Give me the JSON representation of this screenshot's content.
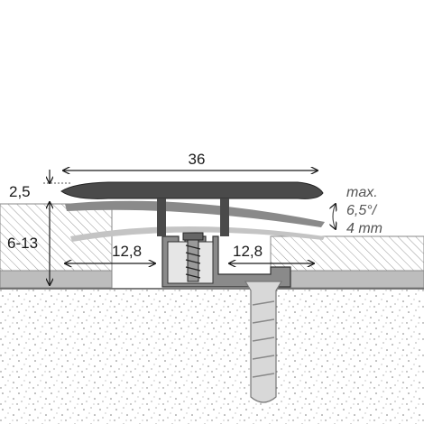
{
  "labels": {
    "width": "36",
    "thickness": "2,5",
    "height_range": "6-13",
    "left_overlap": "12,8",
    "right_overlap": "12,8",
    "angle_line1": "max.",
    "angle_line2": "6,5°/",
    "angle_line3": "4 mm"
  },
  "colors": {
    "profile_dark": "#4a4a4a",
    "profile_mid": "#8a8a8a",
    "profile_light": "#c4c4c4",
    "floor_hatch": "#9a9a9a",
    "subfloor_dots": "#777777",
    "dowel": "#d8d8d8",
    "base_grey": "#bdbdbd"
  }
}
